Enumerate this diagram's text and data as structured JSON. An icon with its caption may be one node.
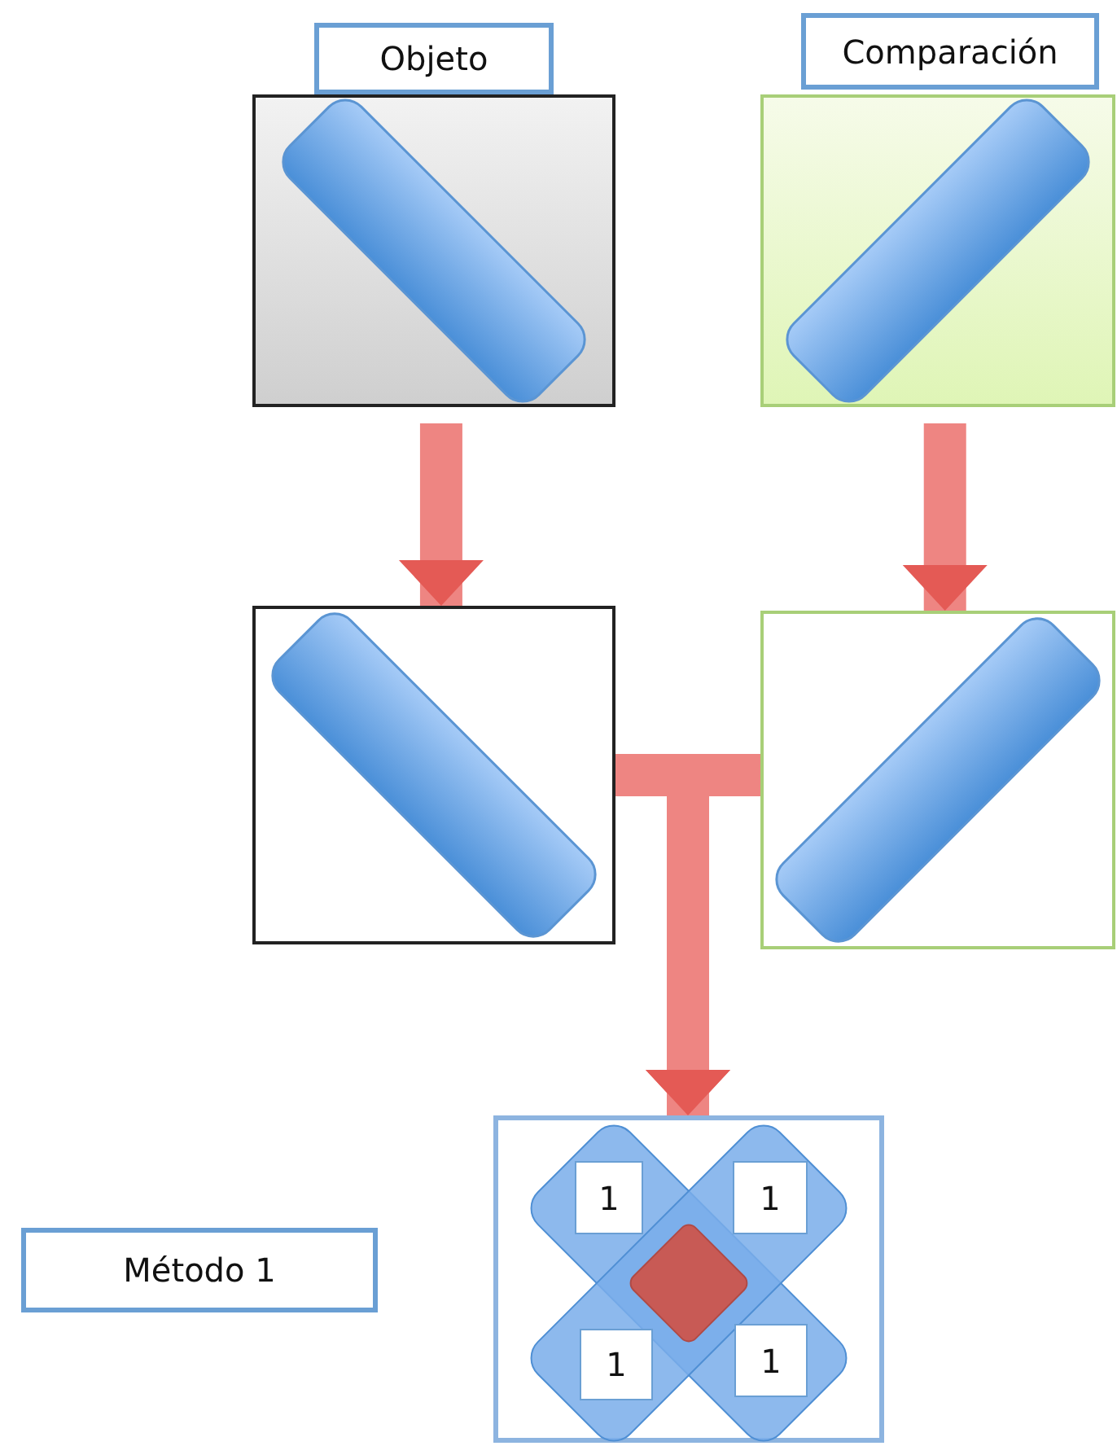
{
  "diagram": {
    "nodes": [
      {
        "text": [
          "Objeto"
        ]
      },
      {
        "text": [],
        "shape": "box"
      },
      {
        "text": [
          "Comparación"
        ]
      },
      {
        "text": [],
        "shape": "box"
      },
      {
        "text": [],
        "shape": "box"
      },
      {
        "text": [],
        "shape": "box"
      },
      {
        "text": [],
        "shape": "box"
      },
      {
        "text": [
          "1"
        ],
        "in": 6
      },
      {
        "text": [
          "1"
        ],
        "in": 6
      },
      {
        "text": [
          "1"
        ],
        "in": 6
      },
      {
        "text": [
          "1"
        ],
        "in": 6
      },
      {
        "text": [
          "Método 1"
        ]
      }
    ],
    "edges": [
      {
        "from": 1,
        "to": 4,
        "arrow": "to"
      },
      {
        "from": 3,
        "to": 5,
        "arrow": "to"
      },
      {
        "from": 4,
        "to": 6,
        "arrow": "to"
      },
      {
        "from": 5,
        "to": 6,
        "arrow": "to"
      }
    ]
  }
}
